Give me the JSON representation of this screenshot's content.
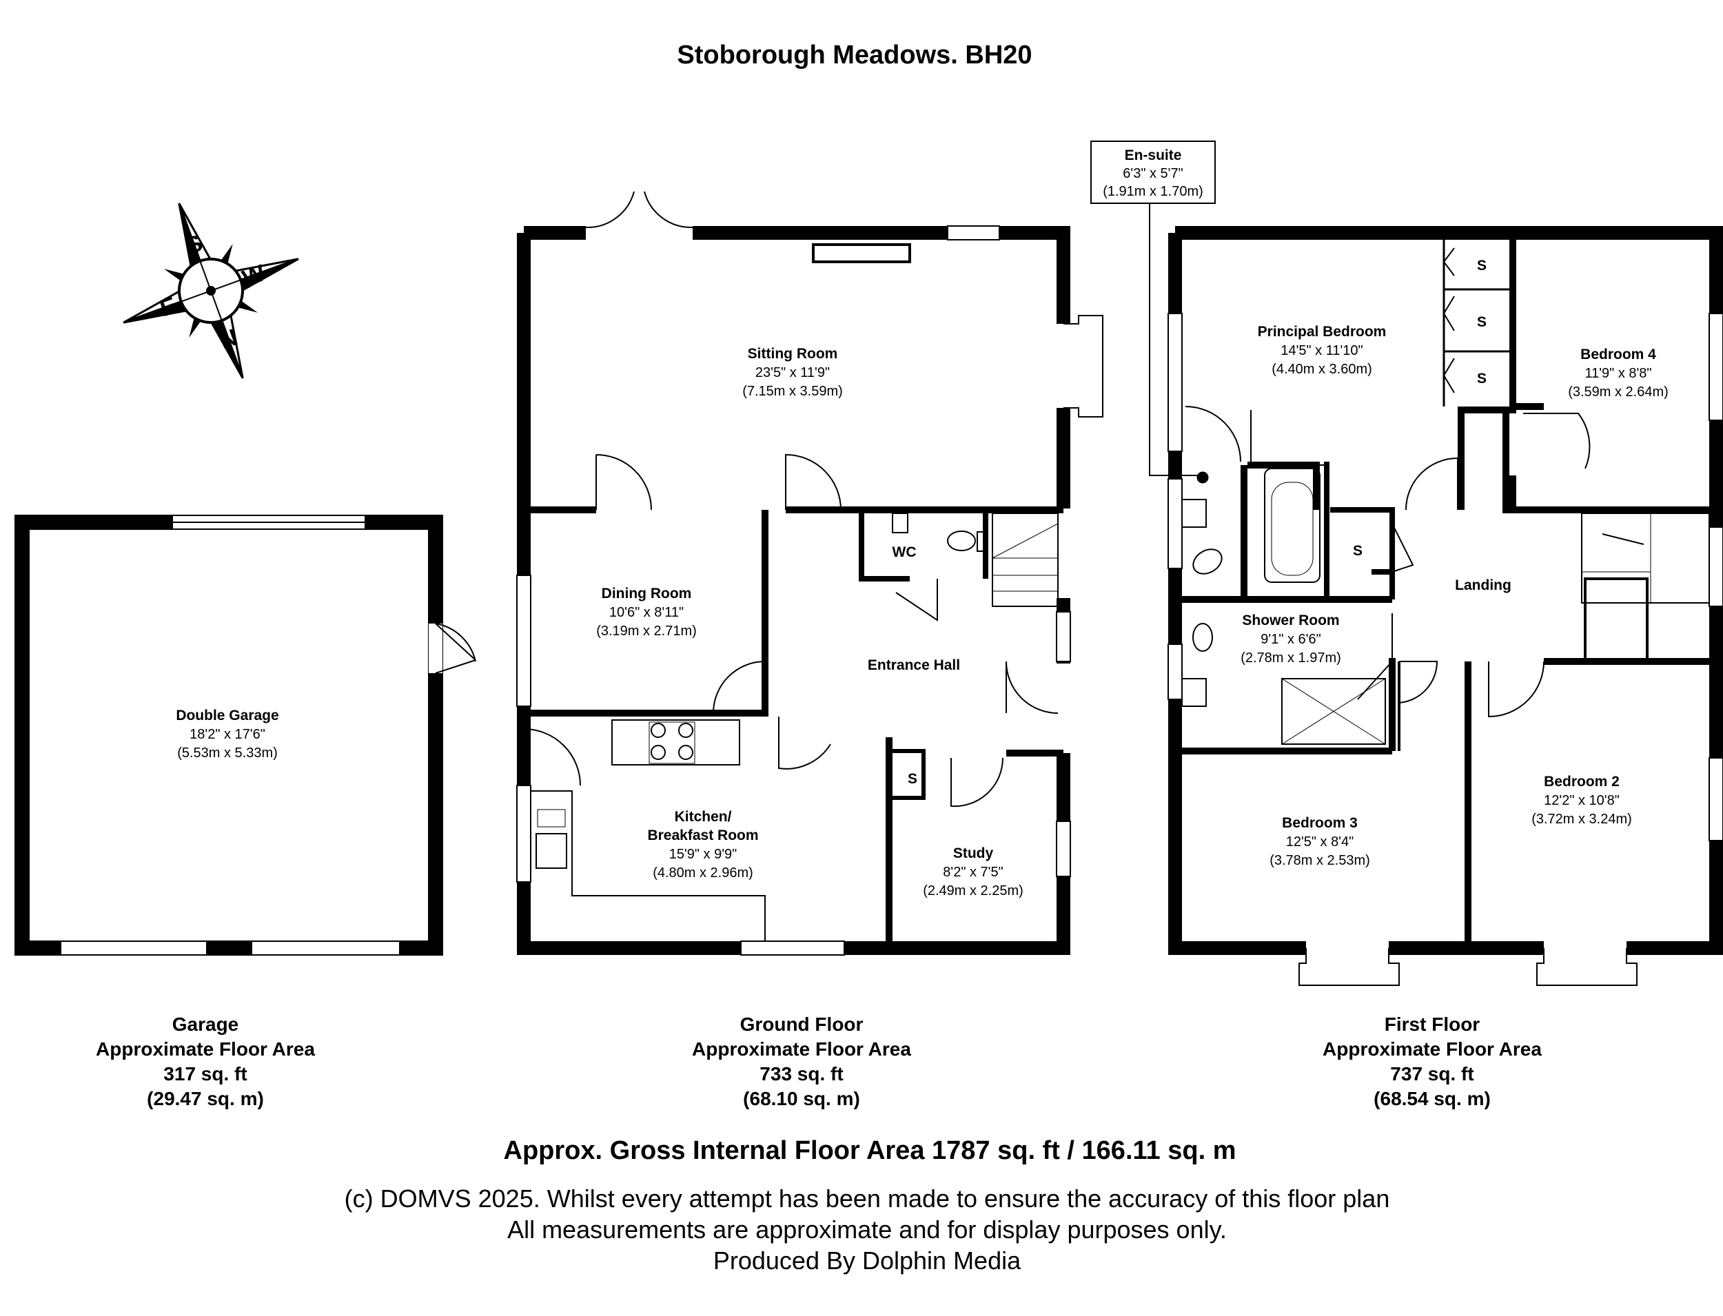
{
  "title": "Stoborough Meadows. BH20",
  "compass": {
    "letters": [
      "S",
      "W",
      "N",
      "E"
    ]
  },
  "rooms": {
    "sitting": {
      "name": "Sitting Room",
      "imperial": "23'5\" x 11'9\"",
      "metric": "(7.15m x 3.59m)"
    },
    "dining": {
      "name": "Dining Room",
      "imperial": "10'6\" x 8'11\"",
      "metric": "(3.19m x 2.71m)"
    },
    "wc": {
      "name": "WC"
    },
    "entrance": {
      "name": "Entrance Hall"
    },
    "kitchen": {
      "name1": "Kitchen/",
      "name2": "Breakfast Room",
      "imperial": "15'9\" x 9'9\"",
      "metric": "(4.80m x 2.96m)"
    },
    "study": {
      "name": "Study",
      "imperial": "8'2\" x 7'5\"",
      "metric": "(2.49m x 2.25m)"
    },
    "garage": {
      "name": "Double Garage",
      "imperial": "18'2\" x 17'6\"",
      "metric": "(5.53m x 5.33m)"
    },
    "ensuite": {
      "name": "En-suite",
      "imperial": "6'3\" x 5'7\"",
      "metric": "(1.91m x 1.70m)"
    },
    "principal": {
      "name": "Principal Bedroom",
      "imperial": "14'5\" x 11'10\"",
      "metric": "(4.40m x 3.60m)"
    },
    "bed4": {
      "name": "Bedroom 4",
      "imperial": "11'9\" x 8'8\"",
      "metric": "(3.59m x 2.64m)"
    },
    "landing": {
      "name": "Landing"
    },
    "shower": {
      "name": "Shower Room",
      "imperial": "9'1\" x 6'6\"",
      "metric": "(2.78m x 1.97m)"
    },
    "bed3": {
      "name": "Bedroom 3",
      "imperial": "12'5\" x 8'4\"",
      "metric": "(3.78m x 2.53m)"
    },
    "bed2": {
      "name": "Bedroom 2",
      "imperial": "12'2\" x 10'8\"",
      "metric": "(3.72m x 3.24m)"
    },
    "store": "S"
  },
  "areas": {
    "garage": {
      "label": "Garage",
      "caption": "Approximate Floor Area",
      "sqft": "317 sq. ft",
      "sqm": "(29.47 sq. m)"
    },
    "ground": {
      "label": "Ground Floor",
      "caption": "Approximate Floor Area",
      "sqft": "733 sq. ft",
      "sqm": "(68.10 sq. m)"
    },
    "first": {
      "label": "First Floor",
      "caption": "Approximate Floor Area",
      "sqft": "737 sq. ft",
      "sqm": "(68.54 sq. m)"
    }
  },
  "gross": "Approx. Gross Internal Floor Area 1787 sq. ft / 166.11 sq. m",
  "footer": {
    "line1": "(c) DOMVS 2025. Whilst every attempt has been made to ensure the accuracy of this floor plan",
    "line2": "All measurements are approximate and for display purposes only.",
    "line3": "Produced By Dolphin Media"
  }
}
